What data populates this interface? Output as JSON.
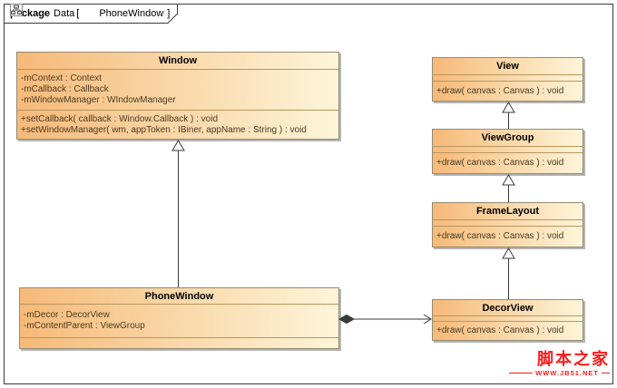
{
  "frame": {
    "tab": {
      "keyword": "package",
      "name": "Data",
      "bracket_open": "[",
      "diagram_name": "PhoneWindow",
      "bracket_close": "]",
      "icon": "class-diagram-icon"
    }
  },
  "classes": [
    {
      "title": "Window",
      "attributes": [
        "-mContext : Context",
        "-mCallback : Callback",
        "-mWindowManager : WIndowManager"
      ],
      "operations": [
        "+setCallback( callback : Window.Callback ) : void",
        "+setWindowManager( wm, appToken : IBiner, appName : String ) : void"
      ]
    },
    {
      "title": "PhoneWindow",
      "attributes": [
        "-mDecor : DecorView",
        "-mContentParent : ViewGroup"
      ],
      "operations": []
    },
    {
      "title": "View",
      "attributes": [],
      "operations": [
        "+draw( canvas : Canvas ) : void"
      ]
    },
    {
      "title": "ViewGroup",
      "attributes": [],
      "operations": [
        "+draw( canvas : Canvas ) : void"
      ]
    },
    {
      "title": "FrameLayout",
      "attributes": [],
      "operations": [
        "+draw( canvas : Canvas ) : void"
      ]
    },
    {
      "title": "DecorView",
      "attributes": [],
      "operations": [
        "+draw( canvas : Canvas ) : void"
      ]
    }
  ],
  "relationships": [
    {
      "from": "PhoneWindow",
      "to": "Window",
      "type": "generalization"
    },
    {
      "from": "ViewGroup",
      "to": "View",
      "type": "generalization"
    },
    {
      "from": "FrameLayout",
      "to": "ViewGroup",
      "type": "generalization"
    },
    {
      "from": "DecorView",
      "to": "FrameLayout",
      "type": "generalization"
    },
    {
      "from": "PhoneWindow",
      "to": "DecorView",
      "type": "composition"
    }
  ],
  "watermark": {
    "title": "脚本之家",
    "url": "WWW.JB51.NET"
  },
  "colors": {
    "box_gradient_start": "#f6b978",
    "box_gradient_end": "#fdf5d9",
    "box_border": "#948b73",
    "compartment_separator": "#b9965e",
    "member_text": "#4b3a22",
    "line": "#3a3a3a",
    "watermark": "#ff1a1a"
  }
}
